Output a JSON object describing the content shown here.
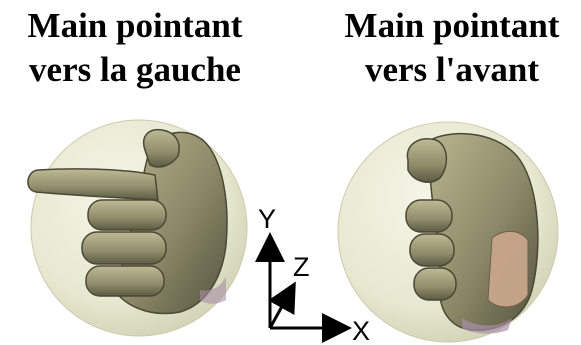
{
  "panels": {
    "left": {
      "title_line1": "Main pointant",
      "title_line2": "vers la gauche"
    },
    "right": {
      "title_line1": "Main pointant",
      "title_line2": "vers l'avant"
    }
  },
  "axes": {
    "x_label": "X",
    "y_label": "Y",
    "z_label": "Z"
  },
  "colors": {
    "sphere": "#e6e8d0",
    "hand": "#8a8866",
    "hand_shadow": "#55533e",
    "hand_highlight": "#b8b690",
    "palm_patch": "#c8a68a"
  }
}
